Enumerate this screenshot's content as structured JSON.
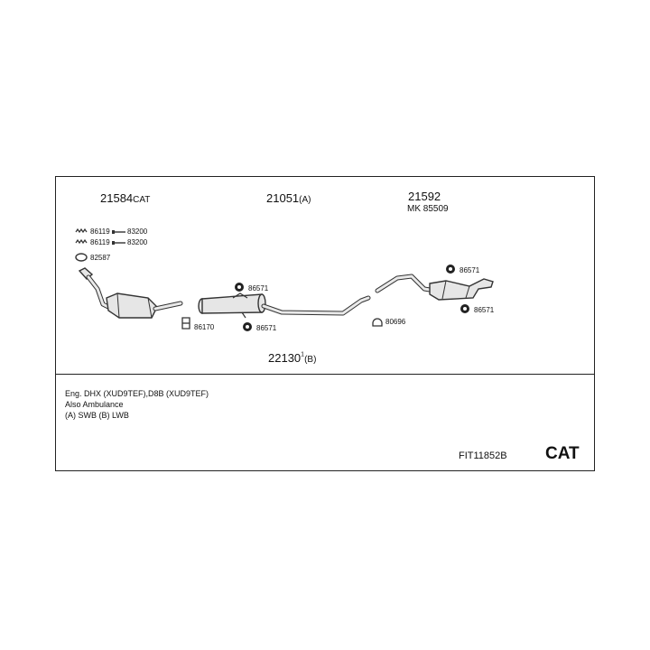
{
  "parts": {
    "catalyst": {
      "number": "21584",
      "suffix": "CAT"
    },
    "middle_silencer": {
      "number": "21051",
      "suffix": "(A)"
    },
    "rear_silencer": {
      "number": "21592",
      "kit": "MK 85509"
    },
    "alt_middle_pipe": {
      "number": "22130",
      "mark": "1",
      "suffix": "(B)"
    }
  },
  "hardware": {
    "spring_1": "86119",
    "bolt_1": "83200",
    "spring_2": "86119",
    "bolt_2": "83200",
    "gasket": "82587",
    "clamp_front": "86170",
    "mount_upper": "86571",
    "mount_lower": "86571",
    "clamp_rear": "80696",
    "mount_rear_upper": "86571",
    "mount_rear_lower": "86571"
  },
  "notes": [
    "Eng. DHX (XUD9TEF),D8B (XUD9TEF)",
    "Also Ambulance",
    "(A) SWB (B) LWB"
  ],
  "ref_code": "FIT11852B",
  "category": "CAT"
}
